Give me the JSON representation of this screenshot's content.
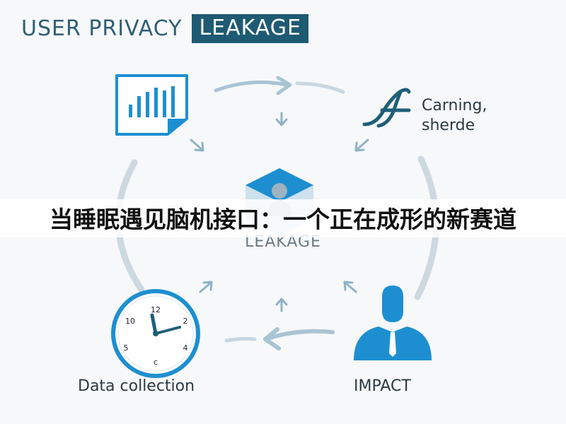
{
  "header": {
    "title_main": "USER PRIVACY",
    "title_highlight": "LEAKAGE"
  },
  "nodes": {
    "top_right_line1": "Carning,",
    "top_right_line2": "sherde",
    "center": "LEAKAGE",
    "bottom_left": "Data collection",
    "bottom_right": "IMPACT"
  },
  "clock": {
    "n12": "12",
    "n10": "10",
    "n2": "2",
    "n4": "4",
    "n5": "5",
    "n6": "c"
  },
  "overlay": {
    "text": "当睡眠遇见脑机接口：一个正在成形的新赛道"
  },
  "colors": {
    "accent": "#1e5a72",
    "icon_blue": "#1d8fd1",
    "arrow_light": "#b9cfdc"
  }
}
